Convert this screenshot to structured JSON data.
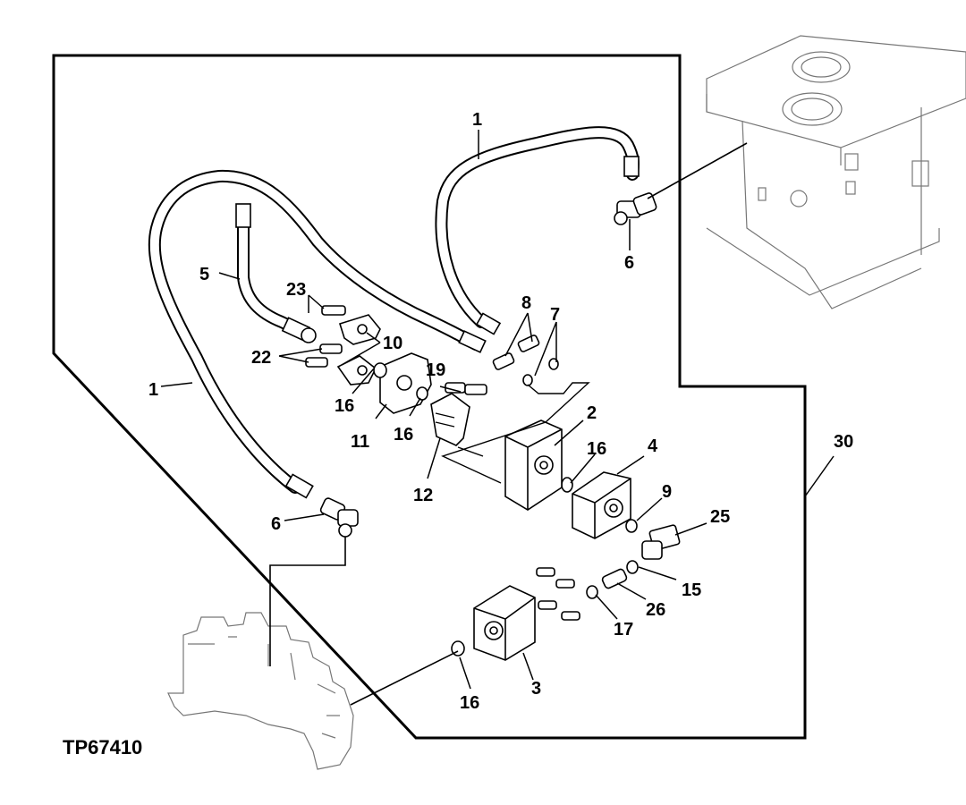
{
  "figure_id": "TP67410",
  "callouts": {
    "c1_top": "1",
    "c1_left": "1",
    "c2": "2",
    "c3": "3",
    "c4": "4",
    "c5": "5",
    "c6_top": "6",
    "c6_bottom": "6",
    "c7": "7",
    "c8": "8",
    "c9": "9",
    "c10": "10",
    "c11": "11",
    "c12": "12",
    "c15": "15",
    "c16_a": "16",
    "c16_b": "16",
    "c16_c": "16",
    "c16_d": "16",
    "c17": "17",
    "c19": "19",
    "c22": "22",
    "c23": "23",
    "c25": "25",
    "c26": "26",
    "c30": "30"
  }
}
